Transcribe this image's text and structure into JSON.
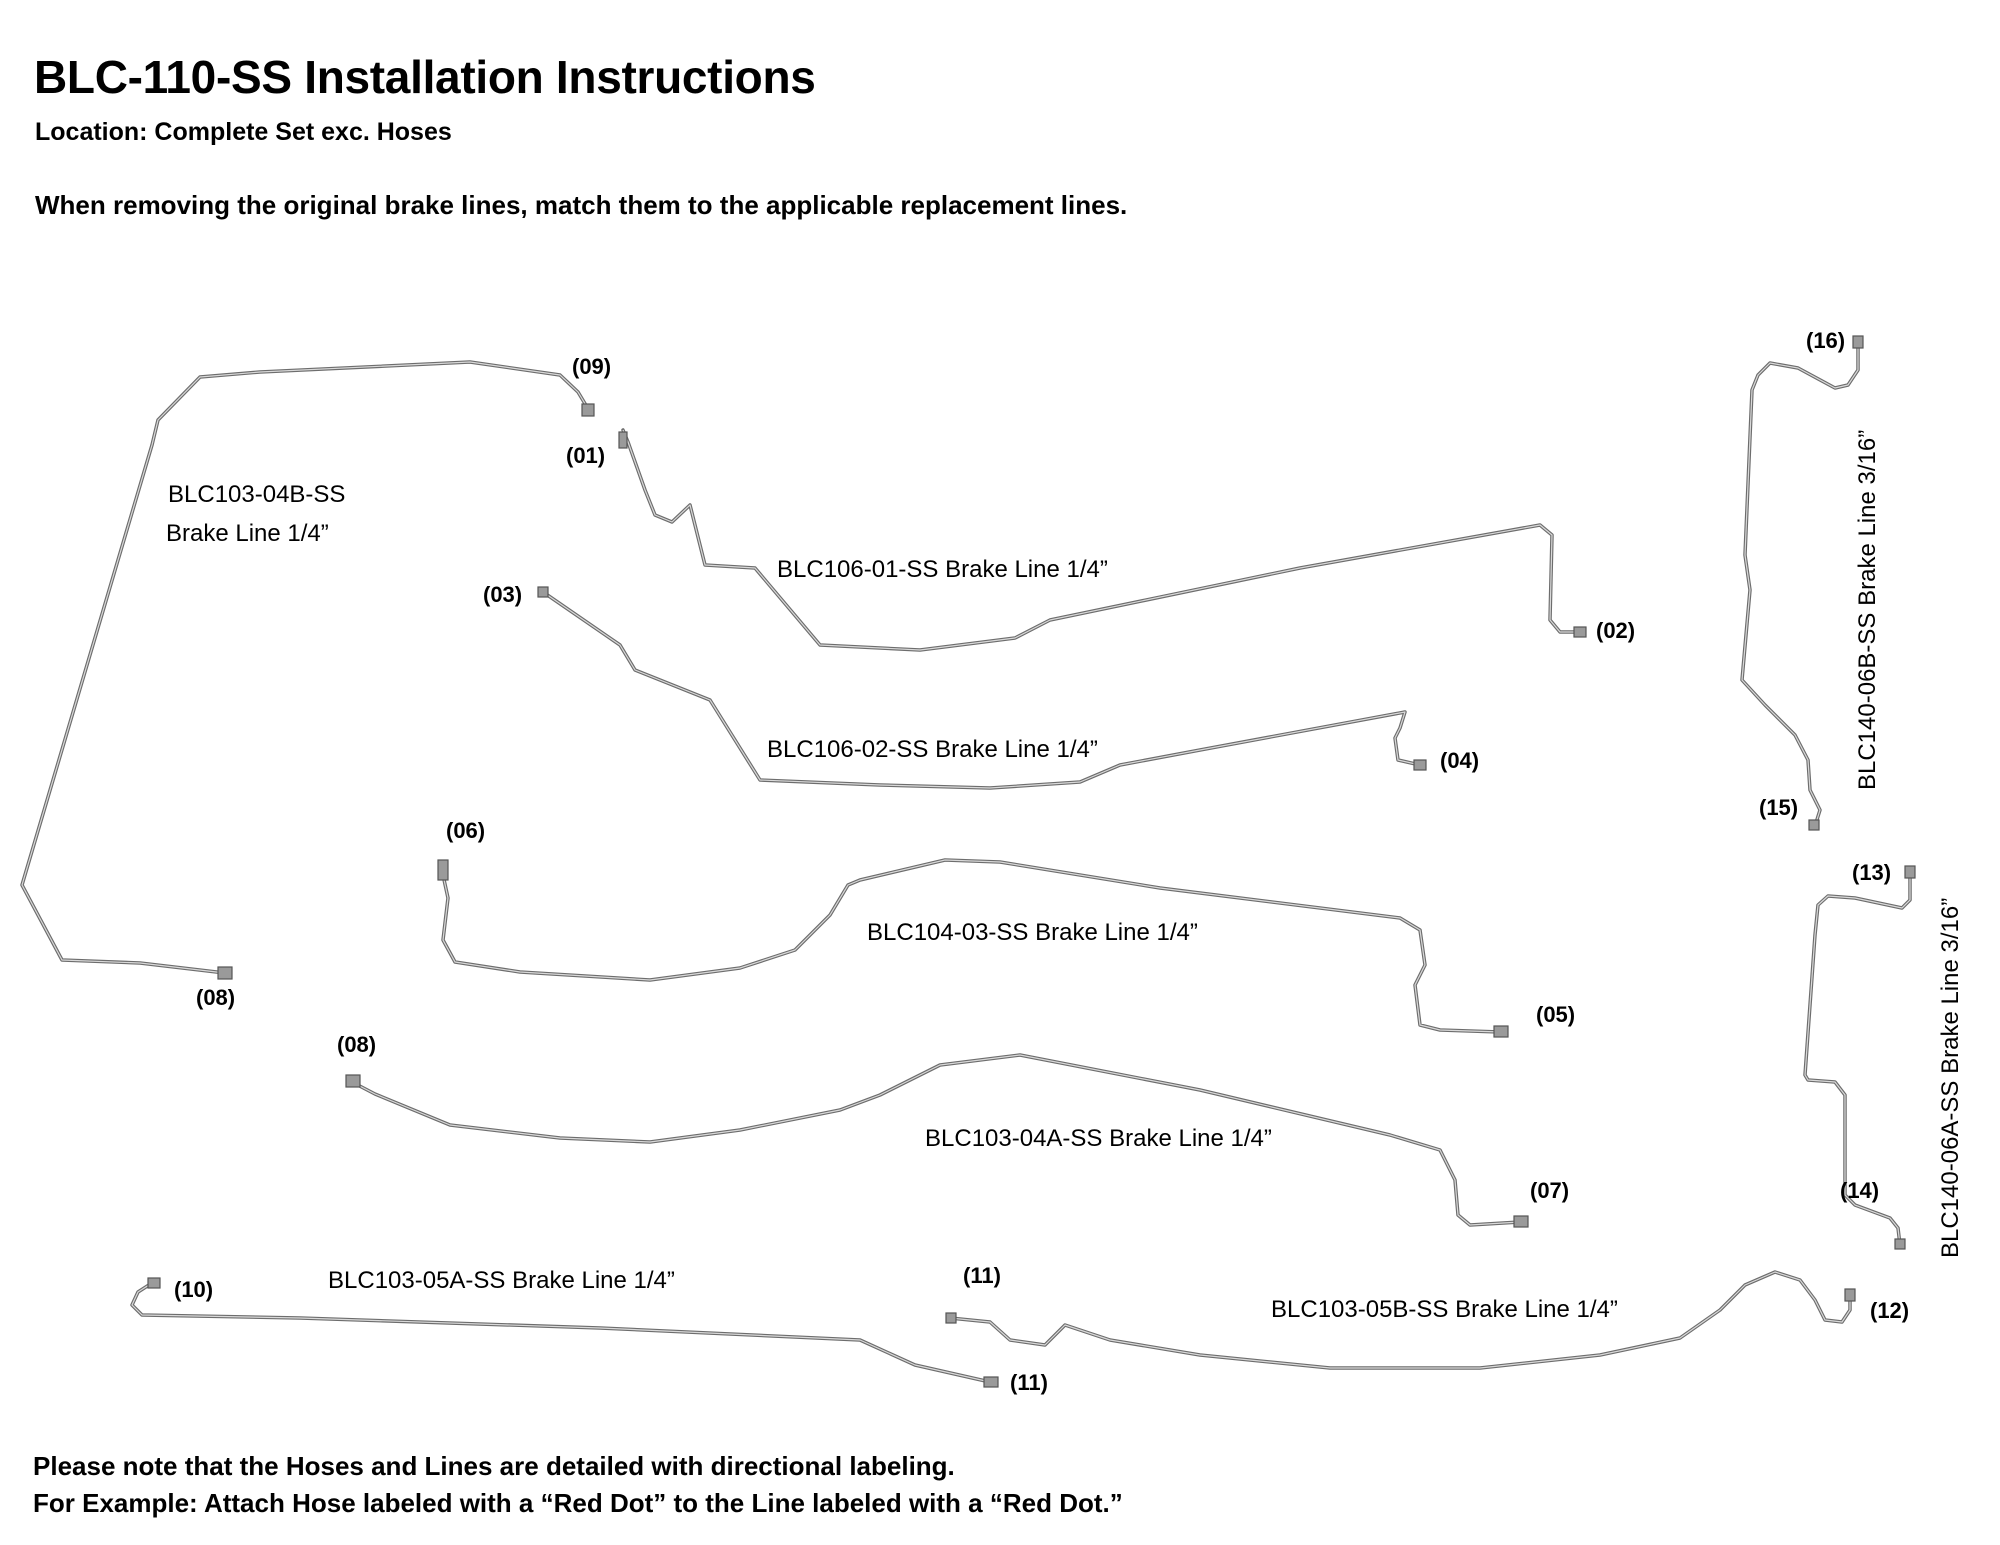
{
  "header": {
    "title": "BLC-110-SS Installation Instructions",
    "location": "Location: Complete Set exc. Hoses",
    "instruction": "When removing the original brake lines, match them to the applicable replacement lines."
  },
  "lines": {
    "blc103_04b_line1": "BLC103-04B-SS",
    "blc103_04b_line2": "Brake Line 1/4”",
    "blc106_01": "BLC106-01-SS Brake Line 1/4”",
    "blc106_02": "BLC106-02-SS Brake Line 1/4”",
    "blc104_03": "BLC104-03-SS Brake Line 1/4”",
    "blc103_04a": "BLC103-04A-SS Brake Line 1/4”",
    "blc103_05a": "BLC103-05A-SS Brake Line 1/4”",
    "blc103_05b": "BLC103-05B-SS Brake Line 1/4”",
    "blc140_06b": "BLC140-06B-SS Brake Line 3/16”",
    "blc140_06a": "BLC140-06A-SS Brake Line 3/16”"
  },
  "ports": {
    "p01": "(01)",
    "p02": "(02)",
    "p03": "(03)",
    "p04": "(04)",
    "p05": "(05)",
    "p06": "(06)",
    "p07": "(07)",
    "p08": "(08)",
    "p09": "(09)",
    "p10": "(10)",
    "p11": "(11)",
    "p12": "(12)",
    "p13": "(13)",
    "p14": "(14)",
    "p15": "(15)",
    "p16": "(16)"
  },
  "footer": {
    "note1": "Please note that the Hoses and Lines are detailed with directional labeling.",
    "note2": "For Example: Attach Hose labeled with a “Red Dot” to the Line labeled with a “Red Dot.”"
  }
}
